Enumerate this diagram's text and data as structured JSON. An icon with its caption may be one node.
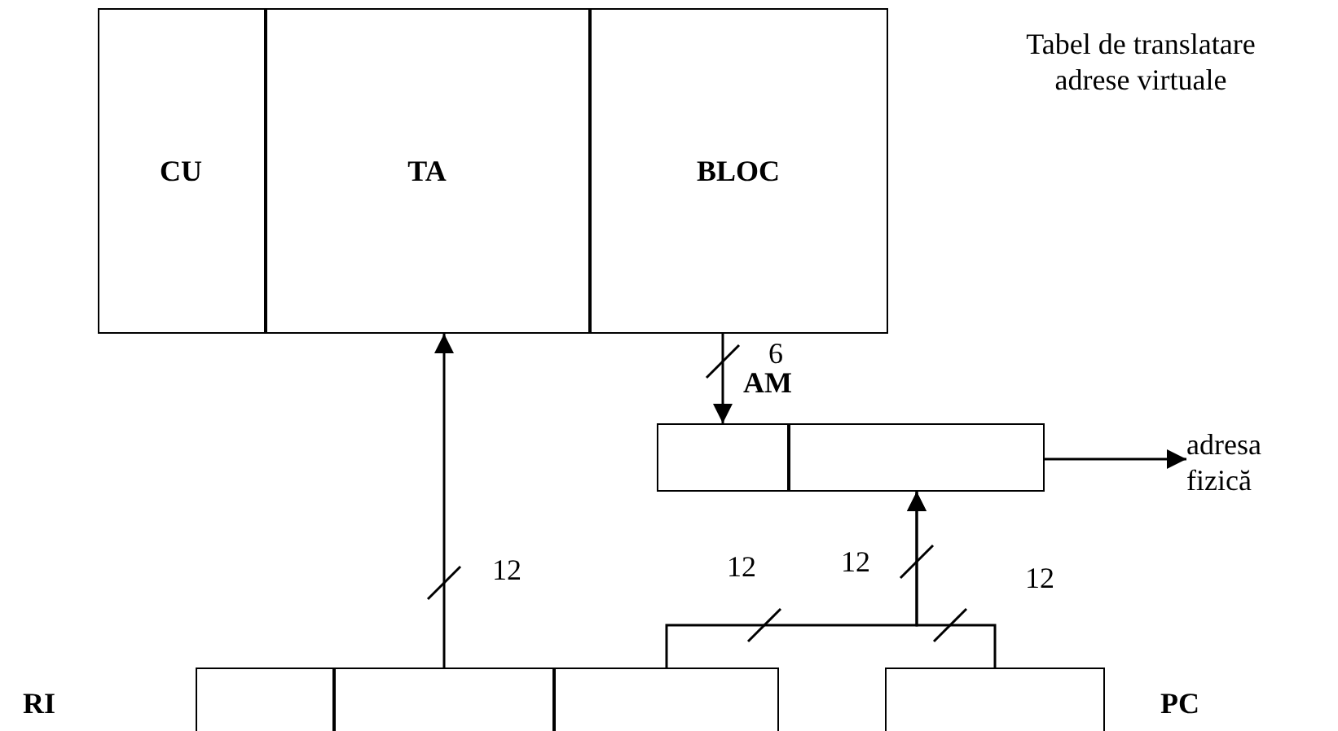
{
  "diagram": {
    "nodes": [
      {
        "text": [],
        "shape": "box"
      },
      {
        "text": [
          "CU"
        ],
        "in": 0
      },
      {
        "text": [
          "TA"
        ],
        "in": 0
      },
      {
        "text": [
          "BLOC"
        ],
        "in": 0
      },
      {
        "text": [
          "AM"
        ]
      },
      {
        "text": [],
        "shape": "box",
        "in": 4
      },
      {
        "text": [],
        "shape": "box",
        "in": 4
      },
      {
        "text": [
          "adresa fizică"
        ]
      },
      {
        "text": [],
        "shape": "box"
      },
      {
        "text": [],
        "shape": "box",
        "in": 8
      },
      {
        "text": [],
        "shape": "box",
        "in": 8
      },
      {
        "text": [],
        "shape": "box",
        "in": 8
      },
      {
        "text": [
          "PC"
        ]
      }
    ],
    "edges": [
      {
        "from": 10,
        "to": 2,
        "arrow": "to",
        "label": "12"
      },
      {
        "from": 3,
        "to": 5,
        "arrow": "to",
        "label": "6"
      },
      {
        "from": 4,
        "to": 7,
        "arrow": "to"
      },
      {
        "from": 11,
        "to": 6,
        "arrow": "to",
        "label": "12"
      },
      {
        "from": 12,
        "to": 6,
        "arrow": "to",
        "label": "12"
      }
    ],
    "labels": [
      "Tabel de translatare adrese virtuale",
      "12",
      "RI"
    ]
  }
}
